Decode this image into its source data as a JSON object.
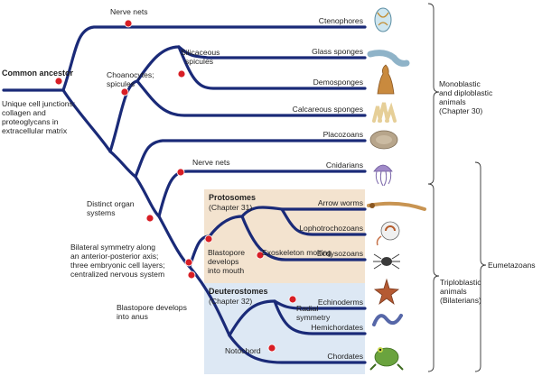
{
  "root": {
    "label": "Common ancestor",
    "traits": [
      "Unique cell junctions;",
      "collagen and",
      "proteoglycans in",
      "extracellular matrix"
    ]
  },
  "traits": {
    "nerve_nets_top": "Nerve nets",
    "choanocytes": [
      "Choanocytes;",
      "spicules"
    ],
    "silicaceous": [
      "Silicaceous",
      "spicules"
    ],
    "nerve_nets_mid": "Nerve nets",
    "distinct_organ": [
      "Distinct organ",
      "systems"
    ],
    "bilateral": [
      "Bilateral symmetry along",
      "an anterior-posterior axis;",
      "three embryonic cell layers;",
      "centralized nervous system"
    ],
    "blastopore_mouth": [
      "Blastopore",
      "develops",
      "into mouth"
    ],
    "exoskeleton": "Exoskeleton molting",
    "blastopore_anus": [
      "Blastopore develops",
      "into anus"
    ],
    "radial": [
      "Radial",
      "symmetry"
    ],
    "notochord": "Notochord"
  },
  "boxes": {
    "protostomes": {
      "title": "Protosomes",
      "sub": "(Chapter 31)",
      "color": "#f3e3cf"
    },
    "deuterostomes": {
      "title": "Deuterostomes",
      "sub": "(Chapter 32)",
      "color": "#dde8f4"
    }
  },
  "taxa": [
    {
      "label": "Ctenophores",
      "icon": "ctenophore-icon"
    },
    {
      "label": "Glass sponges",
      "icon": "glass-sponge-icon"
    },
    {
      "label": "Demosponges",
      "icon": "demosponge-icon"
    },
    {
      "label": "Calcareous sponges",
      "icon": "calcareous-sponge-icon"
    },
    {
      "label": "Placozoans",
      "icon": "placozoan-icon"
    },
    {
      "label": "Cnidarians",
      "icon": "jellyfish-icon"
    },
    {
      "label": "Arrow worms",
      "icon": "arrow-worm-icon"
    },
    {
      "label": "Lophotrochozoans",
      "icon": "nautilus-icon"
    },
    {
      "label": "Ecdysozoans",
      "icon": "spider-icon"
    },
    {
      "label": "Echinoderms",
      "icon": "sea-star-icon"
    },
    {
      "label": "Hemichordates",
      "icon": "acorn-worm-icon"
    },
    {
      "label": "Chordates",
      "icon": "frog-icon"
    }
  ],
  "groups": {
    "mono_diplo": [
      "Monoblastic",
      "and diploblastic",
      "animals",
      "(Chapter 30)"
    ],
    "eumetazoans": "Eumetazoans",
    "triplo": [
      "Triploblastic",
      "animals",
      "(Bilaterians)"
    ]
  },
  "colors": {
    "branch": "#1a2a78",
    "node": "#d81e25",
    "proto_box": "#f3e3cf",
    "deutero_box": "#dde8f4"
  }
}
